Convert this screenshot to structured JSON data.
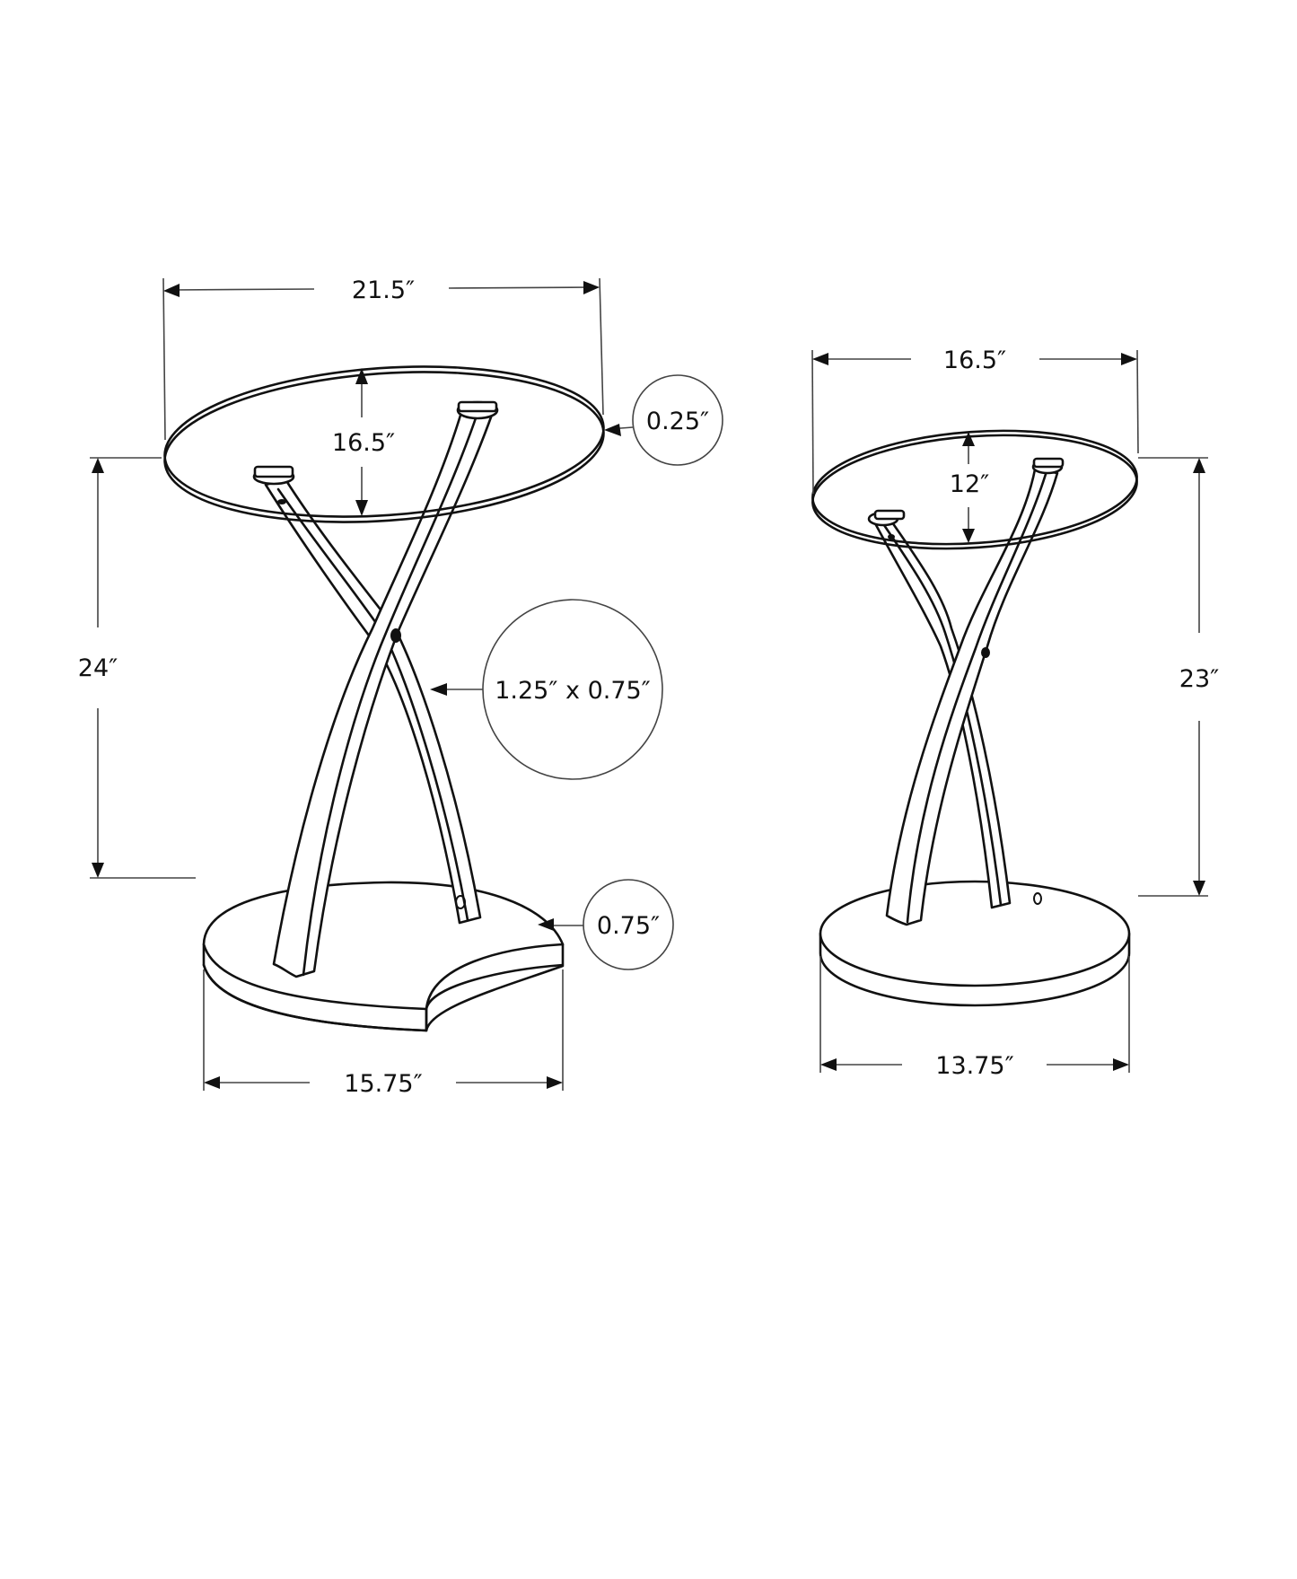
{
  "title": "Side table dimension diagram (two nesting tables)",
  "colors": {
    "line": "#111111",
    "dimension_line": "#444444",
    "background": "#ffffff"
  },
  "large_table": {
    "top_width": "21.5″",
    "top_depth": "16.5″",
    "top_thickness": "0.25″",
    "height": "24″",
    "leg_section": "1.25″ x 0.75″",
    "base_thickness": "0.75″",
    "base_width": "15.75″"
  },
  "small_table": {
    "top_width": "16.5″",
    "top_depth": "12″",
    "height": "23″",
    "base_width": "13.75″"
  }
}
